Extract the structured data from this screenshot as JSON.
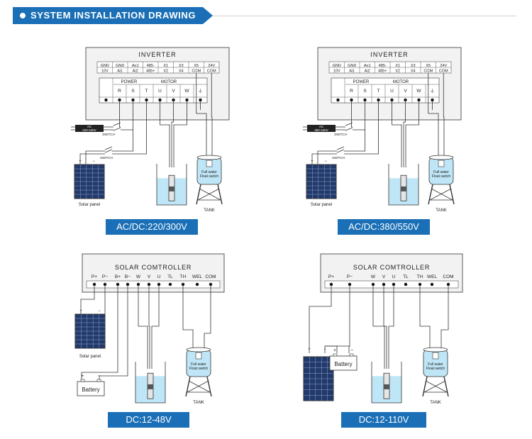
{
  "header": {
    "title": "SYSTEM INSTALLATION DRAWING"
  },
  "inverter_labels": {
    "title": "INVERTER",
    "terminals_top": [
      "GND",
      "GND",
      "Ao1",
      "485-",
      "X1",
      "X3",
      "X5",
      "24V"
    ],
    "terminals_bottom": [
      "10V",
      "Ai1",
      "Ai2",
      "485+",
      "X2",
      "X4",
      "COM",
      "COM"
    ],
    "power": "POWER",
    "motor": "MOTOR",
    "power_terms": [
      "R",
      "S",
      "T"
    ],
    "motor_terms": [
      "U",
      "V",
      "W"
    ],
    "switch": "SWITCH",
    "solar_panel": "Solar panel",
    "tank": "TANK",
    "float_switch": [
      "Full water",
      "Float switch"
    ],
    "battery": "Battery",
    "plus": "+",
    "minus": "−"
  },
  "panels": {
    "tl": {
      "ac_label": [
        "AC",
        "220-240V"
      ],
      "voltage": "AC/DC:220/300V"
    },
    "tr": {
      "ac_label": [
        "AC",
        "380-440V"
      ],
      "voltage": "AC/DC:380/550V"
    },
    "bl": {
      "title": "SOLAR COMTROLLER",
      "terminals": [
        "P+",
        "P−",
        "B+",
        "B−",
        "W",
        "V",
        "U",
        "TL",
        "TH",
        "WEL",
        "COM"
      ],
      "voltage": "DC:12-48V"
    },
    "br": {
      "title": "SOLAR COMTROLLER",
      "terminals": [
        "P+",
        "P−",
        "W",
        "V",
        "U",
        "TL",
        "TH",
        "WEL",
        "COM"
      ],
      "voltage": "DC:12-110V"
    }
  },
  "colors": {
    "accent": "#1a6fb6",
    "water": "#bfe6f6",
    "panel": "#223a6b",
    "box": "#f2f2f2"
  }
}
